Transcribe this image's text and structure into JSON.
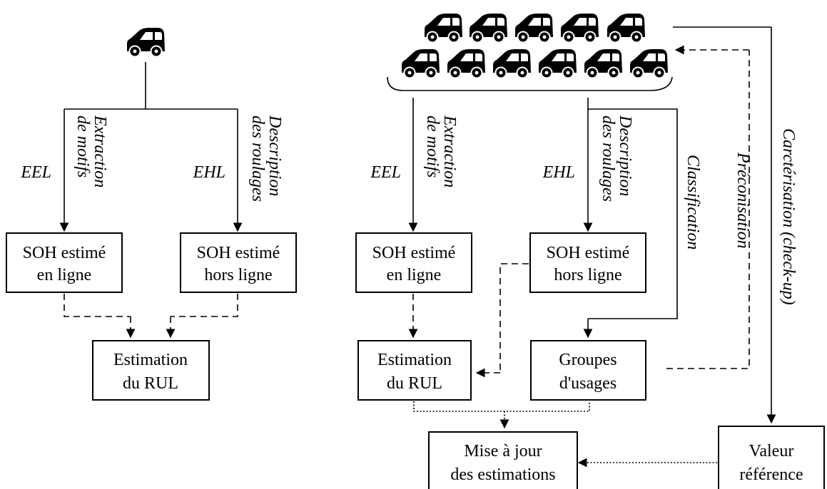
{
  "left": {
    "box_soh_en_ligne": [
      "SOH estimé",
      "en ligne"
    ],
    "box_soh_hors_ligne": [
      "SOH estimé",
      "hors ligne"
    ],
    "box_rul": [
      "Estimation",
      "du RUL"
    ],
    "label_eel": "EEL",
    "label_ehl": "EHL",
    "label_extraction": [
      "Extraction",
      "de motifs"
    ],
    "label_description": [
      "Description",
      "des roulages"
    ]
  },
  "right": {
    "box_soh_en_ligne": [
      "SOH estimé",
      "en ligne"
    ],
    "box_soh_hors_ligne": [
      "SOH estimé",
      "hors ligne"
    ],
    "box_rul": [
      "Estimation",
      "du RUL"
    ],
    "box_groupes": [
      "Groupes",
      "d'usages"
    ],
    "box_mise_a_jour": [
      "Mise à jour",
      "des estimations"
    ],
    "box_valeur": [
      "Valeur",
      "référence"
    ],
    "label_eel": "EEL",
    "label_ehl": "EHL",
    "label_extraction": [
      "Extraction",
      "de motifs"
    ],
    "label_description": [
      "Description",
      "des roulages"
    ],
    "label_classification": "Classification",
    "label_preconisation": "Préconisation",
    "label_caracterisation": "Carctérisation (check-up)"
  },
  "icons": {
    "vehicle": "car-icon"
  }
}
